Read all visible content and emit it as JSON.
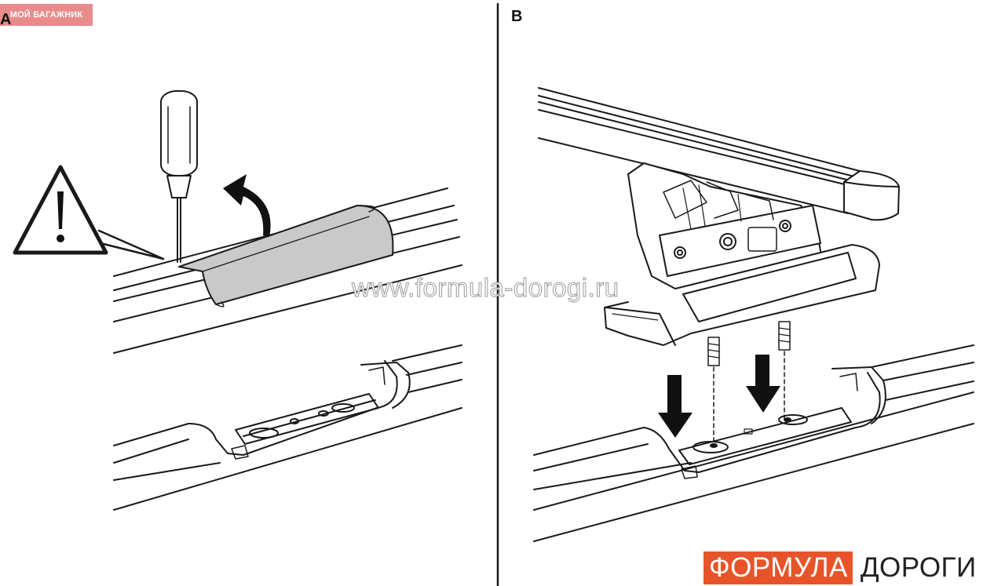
{
  "badge": {
    "text": "МОЙ БАГАЖНИК"
  },
  "panels": [
    {
      "label": "A"
    },
    {
      "label": "B"
    }
  ],
  "watermark": {
    "text": "www.formula-dorogi.ru"
  },
  "logo": {
    "part1": "ФОРМУЛА",
    "part2": "ДОРОГИ",
    "accent_color": "#e8542a"
  }
}
